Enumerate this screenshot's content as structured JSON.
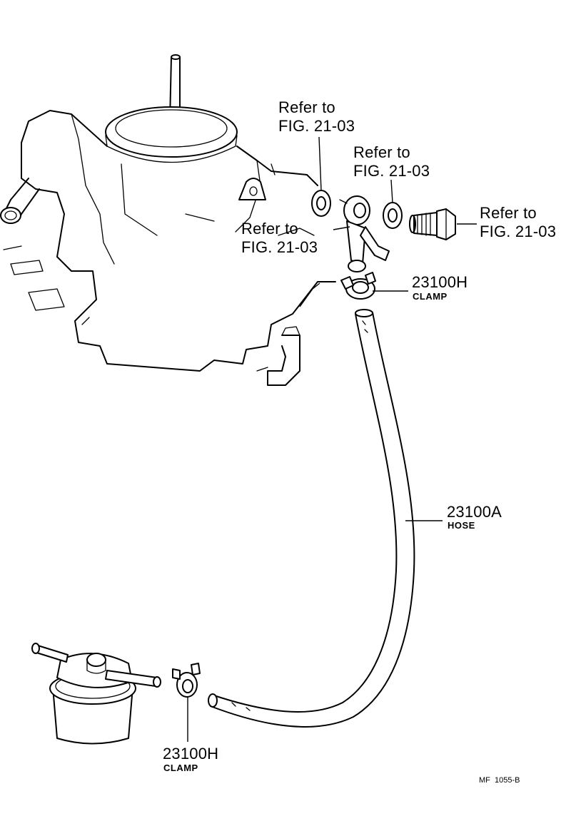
{
  "callouts": {
    "ref_top_left": {
      "line1": "Refer to",
      "line2": "FIG. 21-03"
    },
    "ref_top_mid": {
      "line1": "Refer to",
      "line2": "FIG. 21-03"
    },
    "ref_right": {
      "line1": "Refer to",
      "line2": "FIG. 21-03"
    },
    "ref_lower_left": {
      "line1": "Refer to",
      "line2": "FIG. 21-03"
    },
    "clamp_upper": {
      "part": "23100H",
      "name": "CLAMP"
    },
    "hose": {
      "part": "23100A",
      "name": "HOSE"
    },
    "clamp_lower": {
      "part": "23100H",
      "name": "CLAMP"
    }
  },
  "figure_code": "MF  1055-B"
}
